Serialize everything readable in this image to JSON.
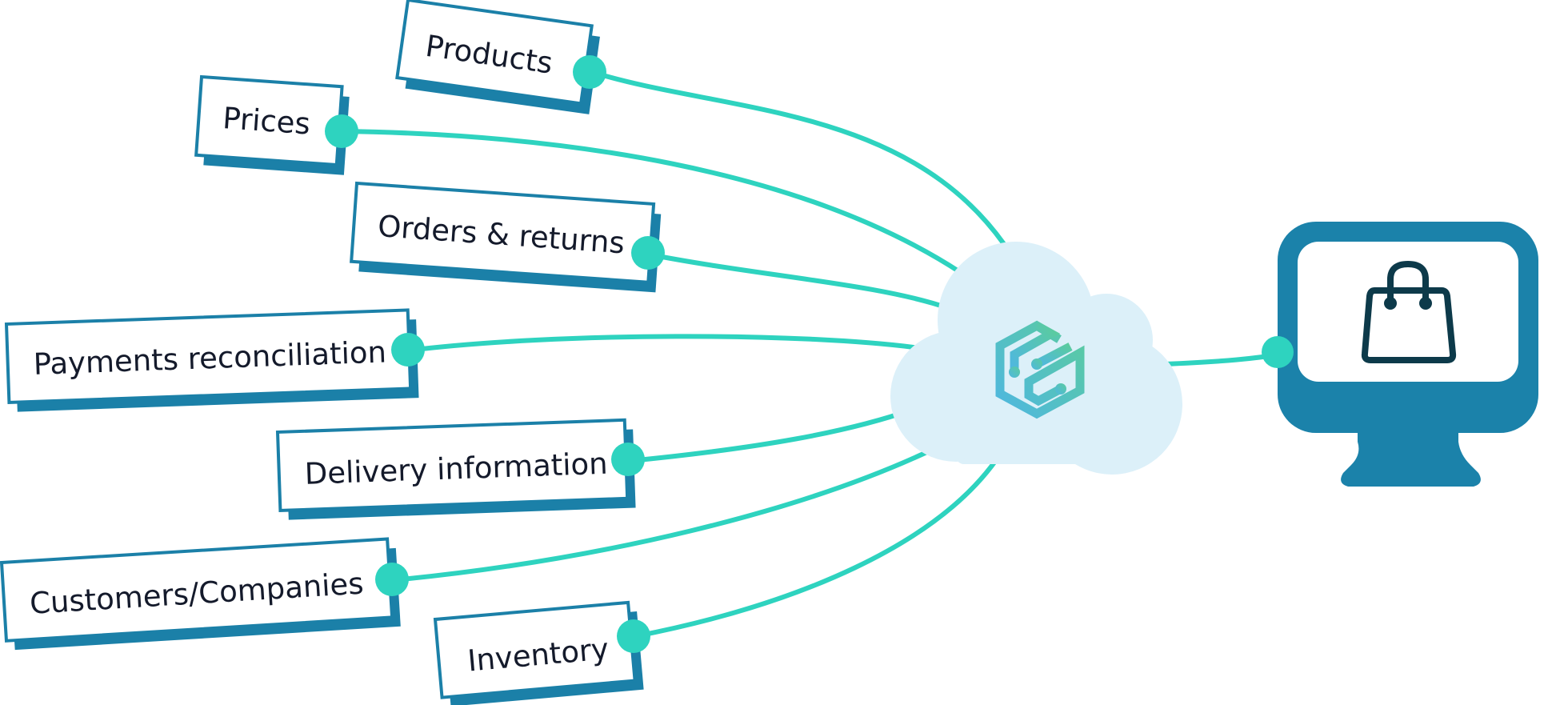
{
  "title": "Data sources connected to cloud integration platform feeding an online shop",
  "colors": {
    "card_border": "#1B7FA8",
    "card_shadow": "#1B80A8",
    "connector": "#2ED3BF",
    "cloud_fill": "#DCF0F9",
    "monitor": "#1B82AA",
    "bag_stroke": "#0D3A4A",
    "label_text": "#141A2B"
  },
  "sources": [
    {
      "id": "products",
      "label": "Products"
    },
    {
      "id": "prices",
      "label": "Prices"
    },
    {
      "id": "orders",
      "label": "Orders & returns"
    },
    {
      "id": "payments",
      "label": "Payments reconciliation"
    },
    {
      "id": "delivery",
      "label": "Delivery information"
    },
    {
      "id": "customers",
      "label": "Customers/Companies"
    },
    {
      "id": "inventory",
      "label": "Inventory"
    }
  ],
  "hub": {
    "icon": "circuit-hexagon-logo-icon",
    "shape": "cloud-icon"
  },
  "target": {
    "icon": "monitor-icon",
    "content_icon": "shopping-bag-icon"
  }
}
